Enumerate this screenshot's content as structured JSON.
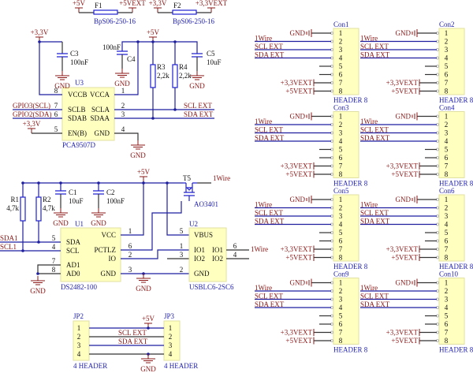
{
  "colors": {
    "wire": "#1f1fa0",
    "net_label": "#8b1414",
    "component": "#2020d0",
    "body": "#ffffc0"
  },
  "fuses": [
    {
      "ref": "F1",
      "value": "BpS06-250-16",
      "in": "+5V",
      "out": "+5VEXT"
    },
    {
      "ref": "F2",
      "value": "BpS06-250-16",
      "in": "+3,3V",
      "out": "+3,3VEXT"
    }
  ],
  "u3": {
    "ref": "U3",
    "part": "PCA9507D",
    "pins": {
      "vccb": "VCCB",
      "vcca": "VCCA",
      "sclb": "SCLB",
      "scla": "SCLA",
      "sdab": "SDAB",
      "sdaa": "SDAA",
      "enb": "EN(B)",
      "gnd": "GND"
    },
    "pin_numbers": {
      "vccb": "8",
      "vcca": "1",
      "sclb": "7",
      "scla": "2",
      "sdab": "6",
      "sdaa": "3",
      "enb": "5",
      "gnd": "4"
    },
    "c3": {
      "ref": "C3",
      "value": "100nF"
    },
    "c4": {
      "ref": "C4",
      "value": "100nF"
    },
    "c5": {
      "ref": "C5",
      "value": "10uF"
    },
    "r3": {
      "ref": "R3",
      "value": "2,2k"
    },
    "r4": {
      "ref": "R4",
      "value": "2,2k"
    },
    "nets": {
      "v33": "+3,3V",
      "v5": "+5V",
      "gnd": "GND",
      "gpio3": "GPIO3(SCL)",
      "gpio2": "GPIO2(SDA)",
      "scl_ext": "SCL EXT",
      "sda_ext": "SDA EXT"
    }
  },
  "u1": {
    "ref": "U1",
    "part": "DS2482-100",
    "pins": {
      "sda": "SDA",
      "scl": "SCL",
      "ad1": "AD1",
      "ad0": "AD0",
      "vcc": "VCC",
      "pctlz": "PCTLZ",
      "io": "IO",
      "gnd": "GND"
    },
    "pin_numbers": {
      "sda": "5",
      "scl": "4",
      "ad1": "7",
      "ad0": "8",
      "vcc": "1",
      "pctlz": "6",
      "io": "2",
      "gnd": "3"
    },
    "r1": {
      "ref": "R1",
      "value": "4,7k"
    },
    "r2": {
      "ref": "R2",
      "value": "4,7k"
    },
    "c1": {
      "ref": "C1",
      "value": "10uF"
    },
    "c2": {
      "ref": "C2",
      "value": "100nF"
    },
    "nets": {
      "sda1": "SDA1",
      "scl1": "SCL1",
      "v5": "+5V",
      "gnd": "GND",
      "onewire": "1Wire"
    }
  },
  "t5": {
    "ref": "T5",
    "part": "AO3401"
  },
  "u2": {
    "ref": "U2",
    "part": "USBLC6-2SC6",
    "pins": {
      "vbus": "VBUS",
      "io1l": "IO1",
      "io2l": "IO2",
      "io1r": "IO1",
      "io2r": "IO2",
      "gnd": "GND"
    },
    "pin_numbers": {
      "vbus": "5",
      "io1l": "1",
      "io2l": "3",
      "io1r": "6",
      "io2r": "4",
      "gnd": "2"
    }
  },
  "jumpers": {
    "jp2": {
      "ref": "JP2",
      "part": "4 HEADER"
    },
    "jp3": {
      "ref": "JP3",
      "part": "4 HEADER"
    },
    "pins": [
      "1",
      "2",
      "3",
      "4"
    ],
    "nets": {
      "v5": "+5V",
      "gnd": "GND",
      "scl": "SCL EXT",
      "sda": "SDA EXT"
    }
  },
  "connectors": [
    {
      "ref": "Con1",
      "part": "HEADER 8"
    },
    {
      "ref": "Con2",
      "part": "HEADER 8"
    },
    {
      "ref": "Con3",
      "part": "HEADER 8"
    },
    {
      "ref": "Con4",
      "part": "HEADER 8"
    },
    {
      "ref": "Con5",
      "part": "HEADER 8"
    },
    {
      "ref": "Con6",
      "part": "HEADER 8"
    },
    {
      "ref": "Con9",
      "part": "HEADER 8"
    },
    {
      "ref": "Con10",
      "part": "HEADER 8"
    }
  ],
  "connector_pins": [
    "1",
    "2",
    "3",
    "4",
    "5",
    "6",
    "7",
    "8"
  ],
  "connector_nets": {
    "gnd": "GND",
    "onewire": "1Wire",
    "scl": "SCL EXT",
    "sda": "SDA EXT",
    "v33": "+3,3VEXT",
    "v5": "+5VEXT"
  }
}
